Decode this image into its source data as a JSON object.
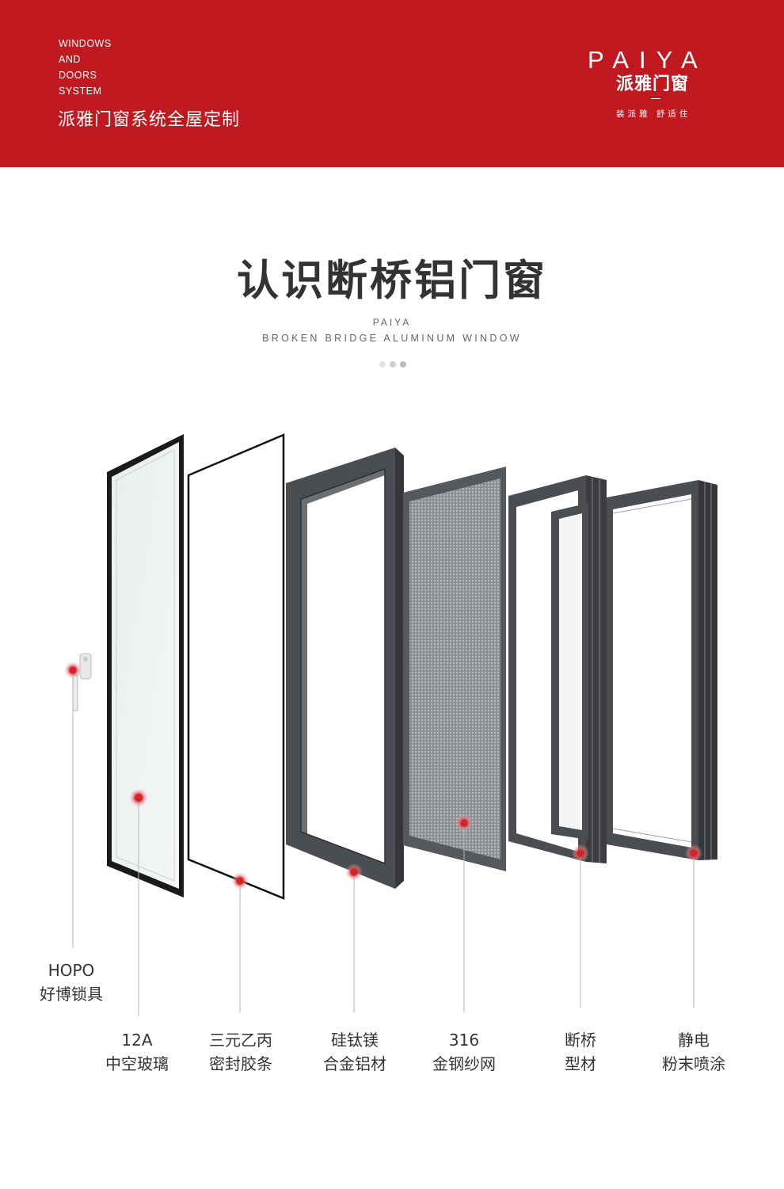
{
  "header": {
    "en_lines": [
      "WINDOWS",
      "AND",
      "DOORS",
      "SYSTEM"
    ],
    "cn_title": "派雅门窗系统全屋定制",
    "logo_word": "PAIYA",
    "logo_cn": "派雅门窗",
    "logo_slogan": "装派雅  舒适住",
    "bg_color": "#c0191f"
  },
  "main": {
    "title": "认识断桥铝门窗",
    "brand": "PAIYA",
    "subtitle": "BROKEN BRIDGE ALUMINUM WINDOW"
  },
  "components": [
    {
      "line1": "HOPO",
      "line2": "好博锁具"
    },
    {
      "line1": "12A",
      "line2": "中空玻璃"
    },
    {
      "line1": "三元乙丙",
      "line2": "密封胶条"
    },
    {
      "line1": "硅钛镁",
      "line2": "合金铝材"
    },
    {
      "line1": "316",
      "line2": "金钢纱网"
    },
    {
      "line1": "断桥",
      "line2": "型材"
    },
    {
      "line1": "静电",
      "line2": "粉末喷涂"
    }
  ],
  "colors": {
    "accent_red": "#d2232a",
    "frame_gray": "#4a4d52"
  }
}
